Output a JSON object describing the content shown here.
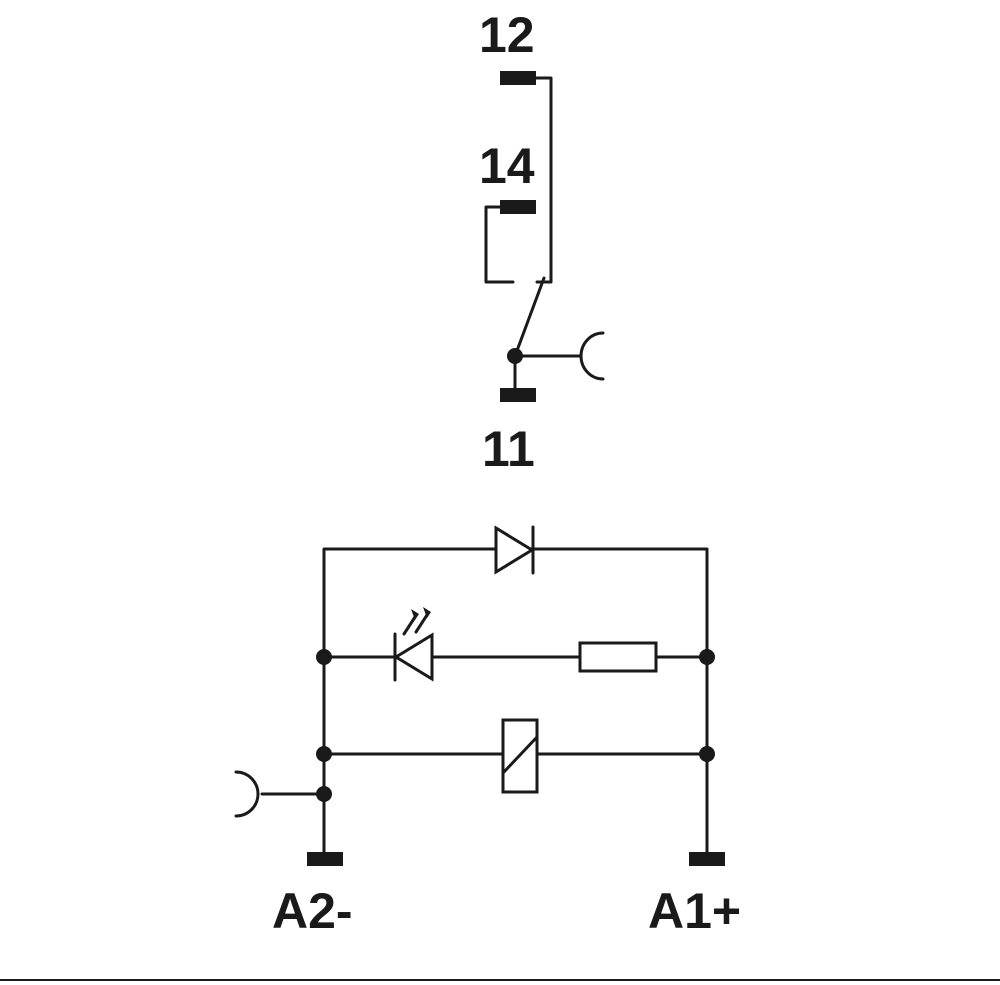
{
  "labels": {
    "contact_nc": "12",
    "contact_no": "14",
    "contact_common": "11",
    "coil_minus": "A2-",
    "coil_plus": "A1+"
  },
  "icons": {
    "relay_contact": "changeover-switch-icon",
    "mechanical_link": "mechanical-link-icon",
    "freewheeling_diode": "diode-icon",
    "status_led": "led-icon",
    "series_resistor": "resistor-icon",
    "relay_coil": "relay-coil-icon"
  },
  "colors": {
    "line": "#1a1a1a",
    "background": "#ffffff"
  }
}
